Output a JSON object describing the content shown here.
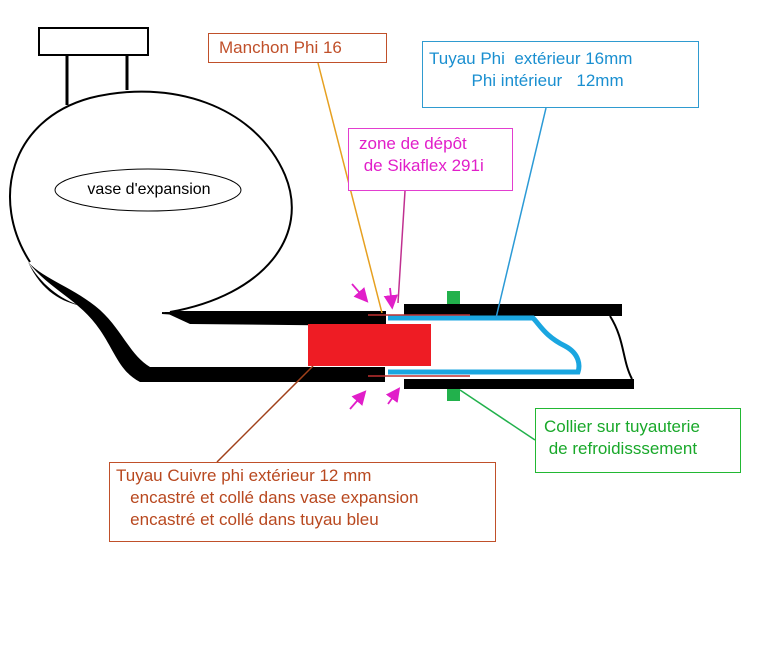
{
  "labels": {
    "manchon": "Manchon Phi 16",
    "tuyau": [
      "Tuyau Phi  extérieur 16mm",
      "         Phi intérieur   12mm"
    ],
    "zone": [
      "zone de dépôt",
      " de Sikaflex 291i"
    ],
    "collier": [
      "Collier sur tuyauterie",
      " de refroidisssement"
    ],
    "cuivre": [
      "Tuyau Cuivre phi extérieur 12 mm",
      "   encastré et collé dans vase expansion",
      "   encastré et collé dans tuyau bleu"
    ],
    "vase": "vase d'expansion"
  },
  "colors": {
    "outline": "#000000",
    "copper_pipe": "#ee1c24",
    "blue_pipe": "#1aa6e0",
    "clamp": "#22b14c",
    "manchon_line": "#e6a020",
    "sikaflex_arrows": "#e11ec9",
    "copper_leader": "#a0401a",
    "blue_leader": "#2b9ad6",
    "clamp_leader": "#22b14c",
    "label_orange": "#c0502a",
    "label_blue": "#1a8fd0",
    "label_magenta": "#e11ec9",
    "label_green": "#19a82a"
  }
}
